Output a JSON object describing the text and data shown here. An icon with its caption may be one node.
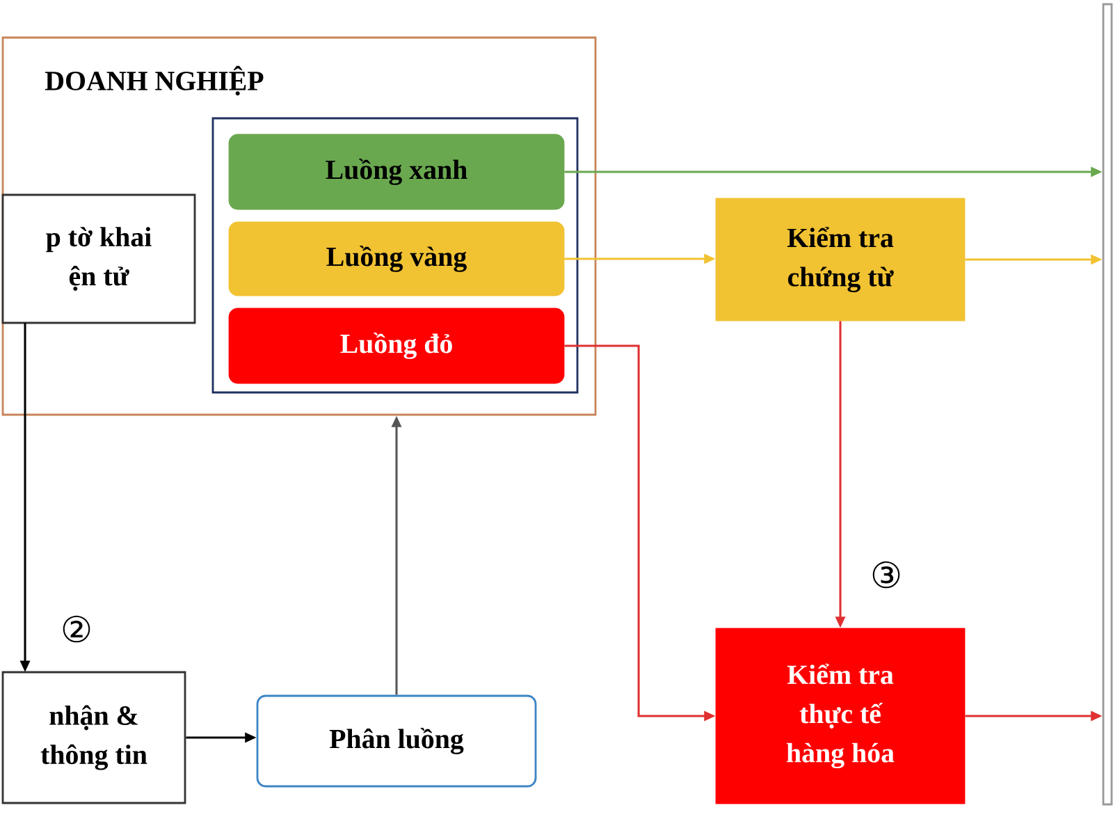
{
  "diagram": {
    "nodes": [
      {
        "text": [
          "DOANH NGHIỆP"
        ]
      },
      {
        "text": [],
        "shape": "box",
        "in": 0
      },
      {
        "text": [
          "Luồng xanh"
        ],
        "in": 1
      },
      {
        "text": [
          "Luồng vàng"
        ],
        "in": 1
      },
      {
        "text": [
          "Luồng đỏ"
        ],
        "in": 1
      },
      {
        "text": [
          "p tờ khai ện tử"
        ],
        "in": 0
      },
      {
        "text": [
          "nhận & thông tin"
        ]
      },
      {
        "text": [
          "Phân luồng"
        ]
      },
      {
        "text": [
          "Kiểm tra chứng từ"
        ]
      },
      {
        "text": [
          "Kiểm tra thực tế hàng hóa"
        ]
      },
      {
        "text": [],
        "shape": "box"
      }
    ],
    "edges": [
      {
        "from": 5,
        "to": 6,
        "arrow": "to",
        "color": "#000000"
      },
      {
        "from": 6,
        "to": 7,
        "arrow": "to",
        "color": "#000000"
      },
      {
        "from": 7,
        "to": 0,
        "arrow": "to",
        "color": "#555555"
      },
      {
        "from": 2,
        "to": 10,
        "arrow": "to",
        "color": "#6aa84f"
      },
      {
        "from": 3,
        "to": 8,
        "arrow": "to",
        "color": "#f1c232"
      },
      {
        "from": 8,
        "to": 10,
        "arrow": "to",
        "color": "#f1c232"
      },
      {
        "from": 4,
        "to": 9,
        "arrow": "to",
        "color": "#e03030"
      },
      {
        "from": 8,
        "to": 9,
        "arrow": "to",
        "color": "#e03030"
      },
      {
        "from": 9,
        "to": 10,
        "arrow": "to",
        "color": "#e03030"
      }
    ],
    "labels": [
      "②",
      "③"
    ]
  }
}
